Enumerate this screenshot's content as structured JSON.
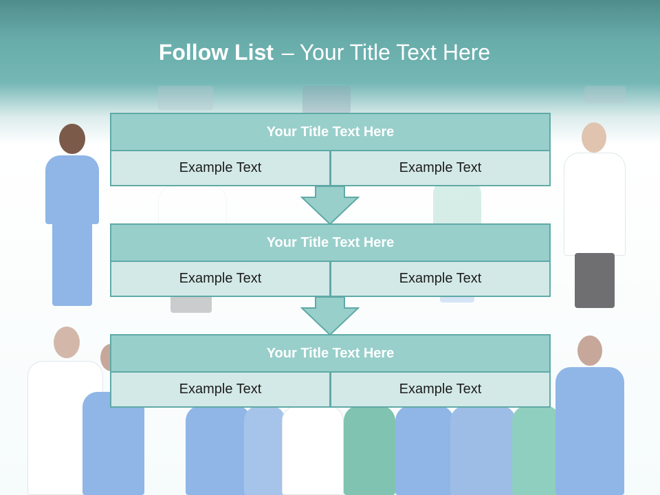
{
  "slide": {
    "title_bold": "Follow List",
    "title_sep": "–",
    "title_rest": "Your Title Text Here",
    "colors": {
      "accent": "#5fa9a6",
      "header_fill": "#98cfcb",
      "cell_fill": "#d3e9e7",
      "top_band": "#69adab"
    }
  },
  "flow": [
    {
      "title": "Your Title Text Here",
      "left": "Example Text",
      "right": "Example Text"
    },
    {
      "title": "Your Title Text Here",
      "left": "Example Text",
      "right": "Example Text"
    },
    {
      "title": "Your Title Text Here",
      "left": "Example Text",
      "right": "Example Text"
    }
  ],
  "connectors": [
    "down-arrow-icon",
    "down-arrow-icon"
  ]
}
